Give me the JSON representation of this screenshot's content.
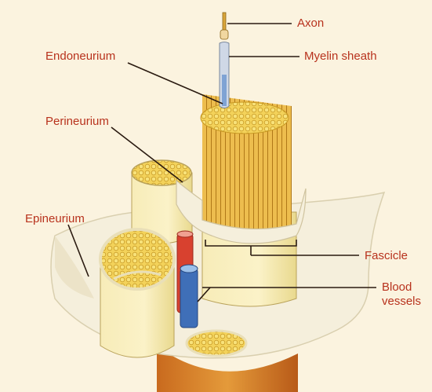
{
  "labels": {
    "axon": "Axon",
    "myelin_sheath": "Myelin sheath",
    "endoneurium": "Endoneurium",
    "perineurium": "Perineurium",
    "epineurium": "Epineurium",
    "fascicle": "Fascicle",
    "blood_vessels_line1": "Blood",
    "blood_vessels_line2": "vessels"
  },
  "colors": {
    "background": "#fbf3df",
    "label_text": "#b8321d",
    "leader_line": "#2a1a10",
    "fascicle_yellow": "#f1d35a",
    "fiber_orange": "#e2a43a",
    "sheath": "#f6eed6",
    "artery": "#d8412f",
    "vein": "#3f6fb8"
  }
}
